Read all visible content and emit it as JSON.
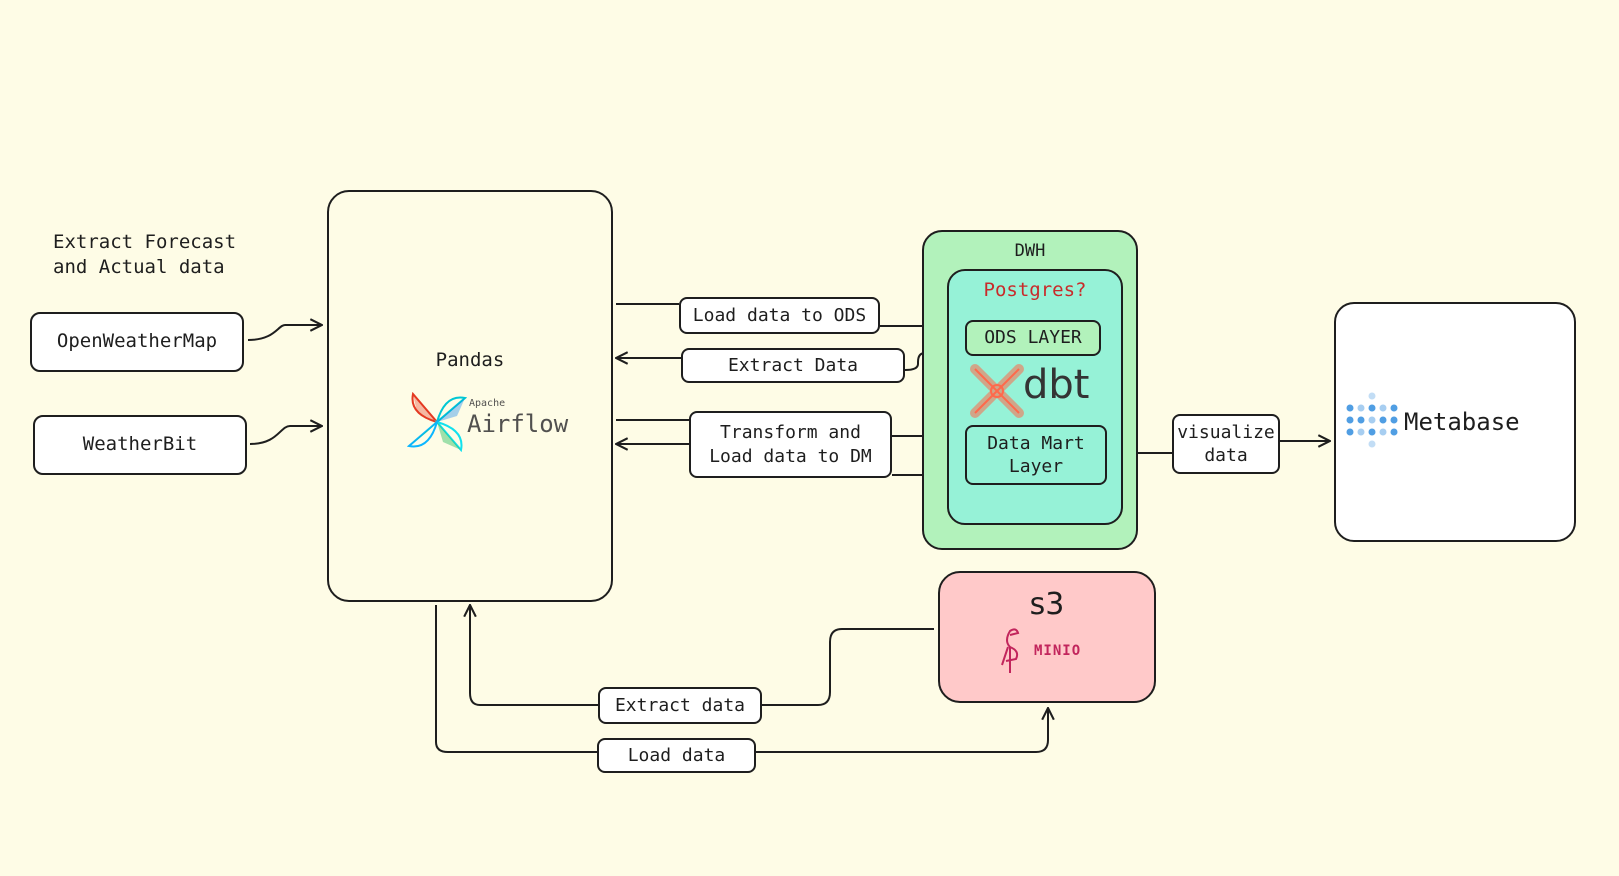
{
  "heading": {
    "line1": "Extract Forecast",
    "line2": "and Actual data"
  },
  "sources": {
    "openweathermap": "OpenWeatherMap",
    "weatherbit": "WeatherBit"
  },
  "pandas": {
    "title": "Pandas",
    "airflow_small": "Apache",
    "airflow_big": "Airflow"
  },
  "dwh": {
    "title": "DWH",
    "postgres": "Postgres?",
    "ods_layer": "ODS LAYER",
    "dbt": "dbt",
    "data_mart_line1": "Data Mart",
    "data_mart_line2": "Layer"
  },
  "edges": {
    "load_ods": "Load data to ODS",
    "extract_data_dwh": "Extract Data",
    "transform_line1": "Transform and",
    "transform_line2": "Load data to DM",
    "visualize_line1": "visualize",
    "visualize_line2": "data",
    "extract_data_s3": "Extract data",
    "load_data_s3": "Load data"
  },
  "s3": {
    "title": "s3",
    "minio": "MINIO"
  },
  "metabase": {
    "title": "Metabase"
  },
  "colors": {
    "background": "#fefce6",
    "dwh_fill": "#b2f2bb",
    "postgres_fill": "#96f2d7",
    "postgres_text": "#c92a2a",
    "s3_fill": "#ffc9c9",
    "minio": "#c2255c",
    "metabase_blue": "#509ee3",
    "dbt_orange": "#ff694b"
  }
}
